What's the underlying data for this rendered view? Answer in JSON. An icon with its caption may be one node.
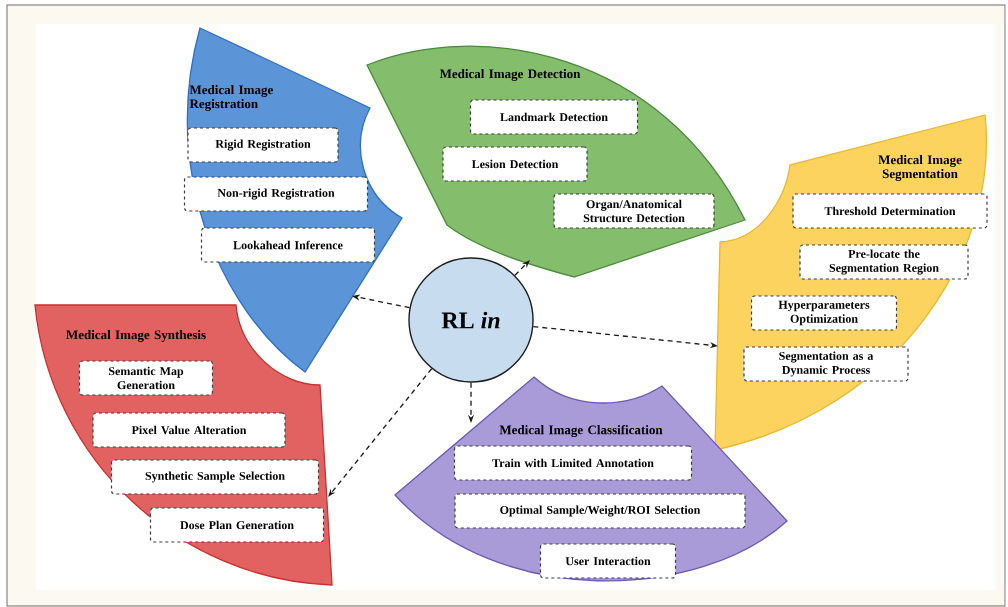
{
  "diagram": {
    "nodes": [
      {
        "text": [
          "RL *in*"
        ]
      },
      {
        "text": [
          "Medical Image Registration"
        ]
      },
      {
        "text": [
          "Rigid Registration"
        ],
        "in": 1
      },
      {
        "text": [
          "Non-rigid Registration"
        ],
        "in": 1
      },
      {
        "text": [
          "Lookahead Inference"
        ],
        "in": 1
      },
      {
        "text": [
          "Medical Image Detection"
        ]
      },
      {
        "text": [
          "Landmark Detection"
        ],
        "in": 5
      },
      {
        "text": [
          "Lesion Detection"
        ],
        "in": 5
      },
      {
        "text": [
          "Organ/Anatomical Structure Detection"
        ],
        "in": 5
      },
      {
        "text": [
          "Medical Image Segmentation"
        ]
      },
      {
        "text": [
          "Threshold Determination"
        ],
        "in": 9
      },
      {
        "text": [
          "Pre-locate the Segmentation Region"
        ],
        "in": 9
      },
      {
        "text": [
          "Hyperparameters Optimization"
        ],
        "in": 9
      },
      {
        "text": [
          "Segmentation as a Dynamic Process"
        ],
        "in": 9
      },
      {
        "text": [
          "Medical Image Synthesis"
        ]
      },
      {
        "text": [
          "Semantic Map Generation"
        ],
        "in": 14
      },
      {
        "text": [
          "Pixel Value Alteration"
        ],
        "in": 14
      },
      {
        "text": [
          "Synthetic Sample Selection"
        ],
        "in": 14
      },
      {
        "text": [
          "Dose Plan Generation"
        ],
        "in": 14
      },
      {
        "text": [
          "Medical Image Classification"
        ]
      },
      {
        "text": [
          "Train with Limited Annotation"
        ],
        "in": 19
      },
      {
        "text": [
          "Optimal Sample/Weight/ROI Selection"
        ],
        "in": 19
      },
      {
        "text": [
          "User Interaction"
        ],
        "in": 19
      }
    ],
    "edges": [
      {
        "from": 0,
        "to": 1,
        "arrow": "to",
        "style": "dashed"
      },
      {
        "from": 0,
        "to": 5,
        "arrow": "to",
        "style": "dashed"
      },
      {
        "from": 0,
        "to": 9,
        "arrow": "to",
        "style": "dashed"
      },
      {
        "from": 0,
        "to": 14,
        "arrow": "to",
        "style": "dashed"
      },
      {
        "from": 0,
        "to": 19,
        "arrow": "to",
        "style": "dashed"
      }
    ]
  }
}
